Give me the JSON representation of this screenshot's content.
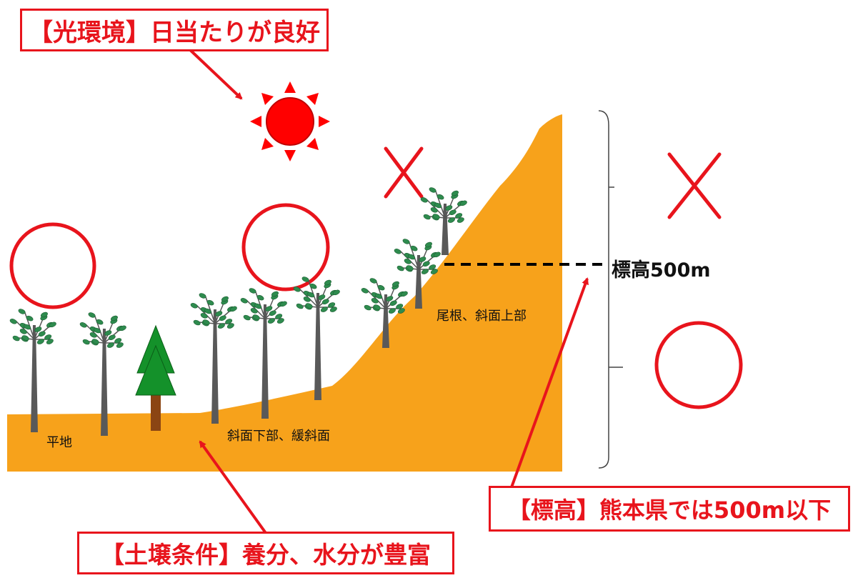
{
  "callouts": {
    "light": "【光環境】日当たりが良好",
    "soil": "【土壌条件】養分、水分が豊富",
    "elevation": "【標高】熊本県では500m以下"
  },
  "labels": {
    "flat": "平地",
    "lower_slope": "斜面下部、緩斜面",
    "ridge": "尾根、斜面上部",
    "altitude": "標高500m"
  },
  "marks": {
    "good": "circle",
    "bad": "cross"
  },
  "colors": {
    "accent_red": "#e8141c",
    "ground_orange": "#f7a21b",
    "trunk_gray": "#595959",
    "leaf_green": "#2e8b4e",
    "conifer_green": "#14912a",
    "conifer_trunk": "#8b4513"
  }
}
